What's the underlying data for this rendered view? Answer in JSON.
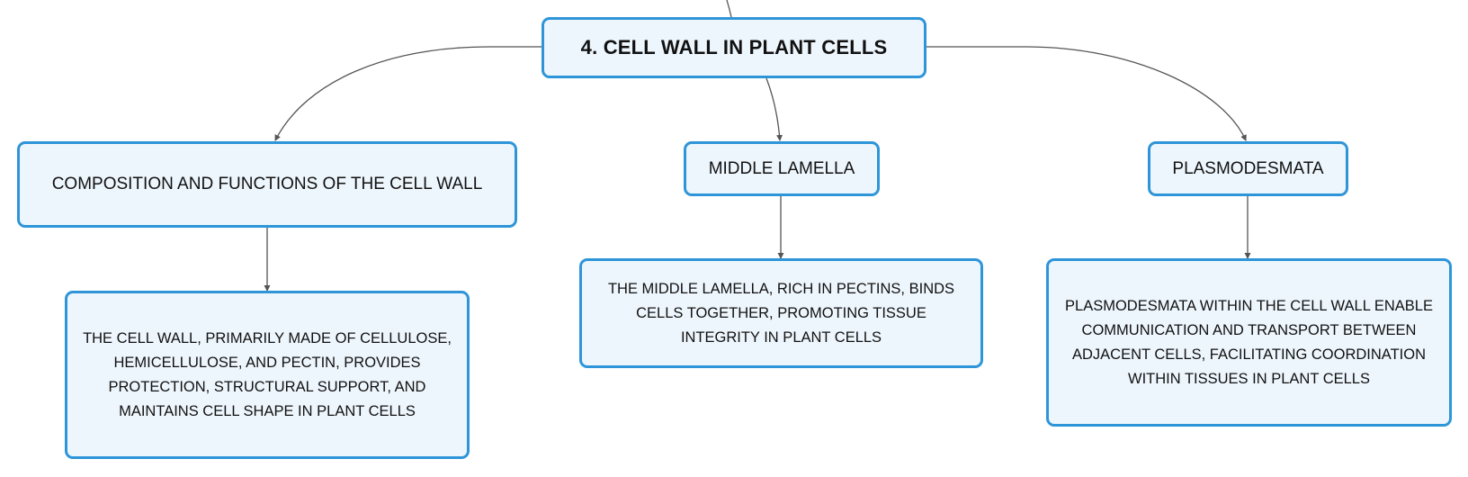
{
  "colors": {
    "node_border": "#2e95d8",
    "node_fill": "#eef6fd",
    "connector": "#555555",
    "text": "#111111"
  },
  "root": {
    "label": "4. CELL WALL IN PLANT CELLS"
  },
  "branches": [
    {
      "label": "COMPOSITION AND FUNCTIONS OF THE CELL WALL",
      "detail": "THE CELL WALL, PRIMARILY MADE OF CELLULOSE, HEMICELLULOSE, AND PECTIN, PROVIDES PROTECTION, STRUCTURAL SUPPORT, AND MAINTAINS CELL SHAPE IN PLANT CELLS"
    },
    {
      "label": "MIDDLE LAMELLA",
      "detail": "THE MIDDLE LAMELLA, RICH IN PECTINS, BINDS CELLS TOGETHER, PROMOTING TISSUE INTEGRITY IN PLANT CELLS"
    },
    {
      "label": "PLASMODESMATA",
      "detail": "PLASMODESMATA WITHIN THE CELL WALL ENABLE COMMUNICATION AND TRANSPORT BETWEEN ADJACENT CELLS, FACILITATING COORDINATION WITHIN TISSUES IN PLANT CELLS"
    }
  ]
}
